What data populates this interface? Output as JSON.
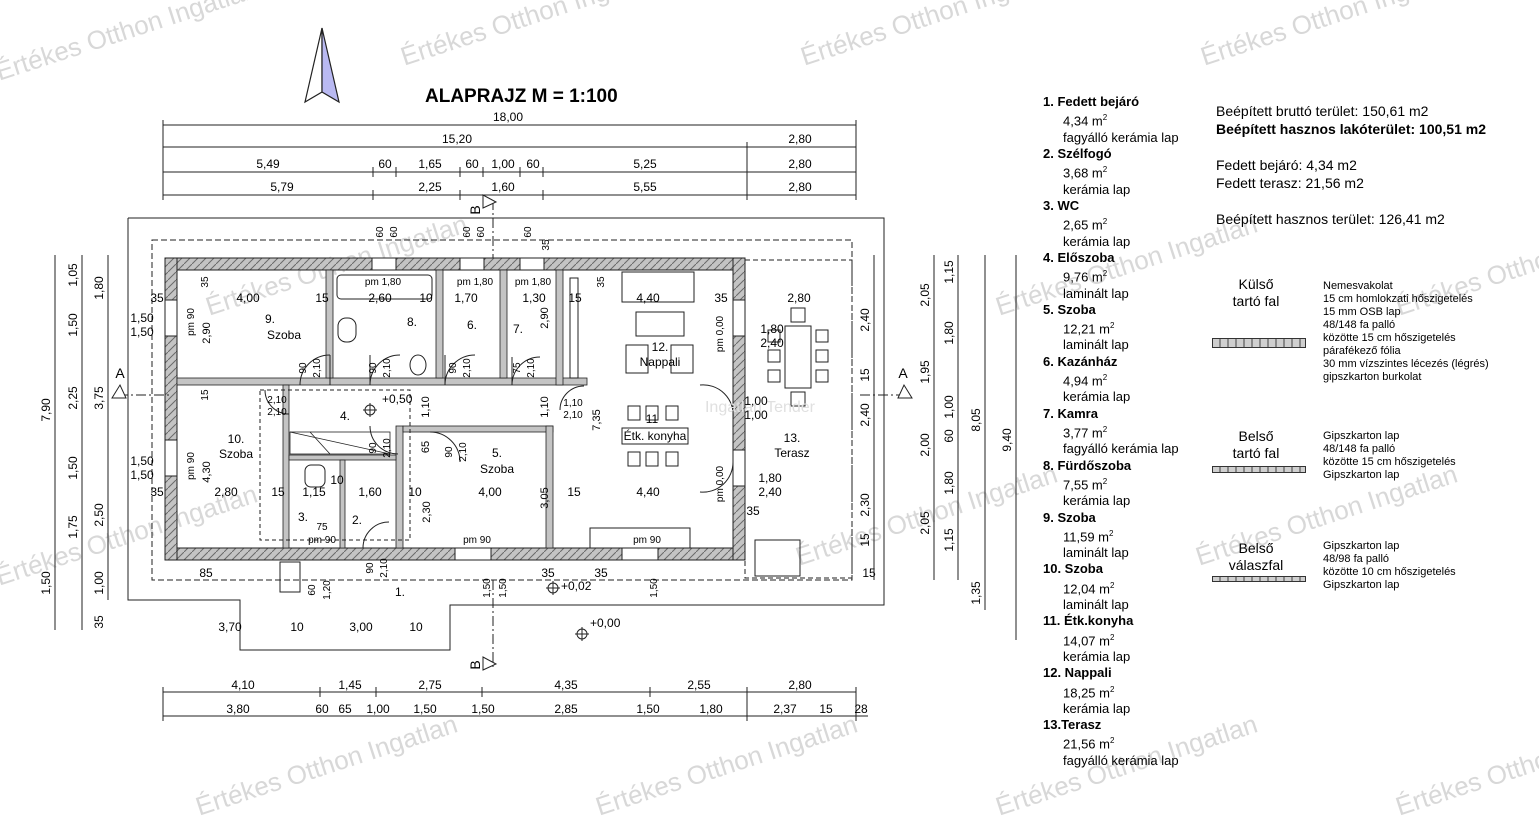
{
  "title": "ALAPRAJZ  M = 1:100",
  "watermark": "Értékes Otthon Ingatlan",
  "watermark_center": "Ingatlan Tender",
  "section_marks": {
    "a": "A",
    "b": "B"
  },
  "levels": {
    "hall": "+0,50",
    "entry": "+0,02",
    "ground": "+0,00"
  },
  "dims_top": [
    [
      "18,00"
    ],
    [
      "15,20",
      "2,80"
    ],
    [
      "5,49",
      "60",
      "1,65",
      "60",
      "1,00",
      "60",
      "5,25",
      "2,80"
    ],
    [
      "5,79",
      "2,25",
      "1,60",
      "5,55",
      "2,80"
    ]
  ],
  "dims_bottom": [
    [
      "4,10",
      "1,45",
      "2,75",
      "4,35",
      "2,55",
      "2,80"
    ],
    [
      "3,80",
      "60",
      "65",
      "1,00",
      "1,50",
      "1,50",
      "2,85",
      "1,50",
      "1,80",
      "2,37",
      "15",
      "28"
    ]
  ],
  "dims_left": [
    [
      "7,90"
    ],
    [
      "1,05",
      "1,50",
      "2,25",
      "1,50",
      "1,75",
      "1,50",
      "35"
    ],
    [
      "1,80",
      "3,75",
      "2,50",
      "1,00"
    ]
  ],
  "dims_right": [
    [
      "9,40"
    ],
    [
      "8,05",
      "1,35"
    ],
    [
      "1,15",
      "1,80",
      "1,00",
      "60",
      "1,80",
      "1,15"
    ],
    [
      "2,05",
      "1,95",
      "2,00",
      "2,05"
    ],
    [
      "2,40",
      "15",
      "2,40",
      "2,30",
      "15"
    ]
  ],
  "inner_dims": {
    "r9_w": "4,00",
    "r8_w": "2,60",
    "r6_w": "1,70",
    "r7_w": "1,30",
    "r12_w": "4,40",
    "r13_w": "2,80",
    "r10_w": "2,80",
    "r3_w": "1,15",
    "r2_w": "1,60",
    "r5_w": "4,00",
    "r11_w": "4,40",
    "r9_h": "2,90",
    "r10_h": "4,30",
    "r7_h": "2,90",
    "r11_h": "7,35",
    "r5_h": "3,05",
    "r2_h": "2,30",
    "t35": "35",
    "t15": "15",
    "t10": "10",
    "t60": "60",
    "t90": "90",
    "t210": "2,10",
    "t110": "1,10",
    "t65": "65",
    "t85": "85",
    "t120": "1,20",
    "t150": "1,50",
    "t75": "75",
    "bottom_370": "3,70",
    "bottom_10": "10",
    "bottom_300": "3,00",
    "t180": "1,80",
    "t240": "2,40",
    "t100": "1,00"
  },
  "openings": {
    "pm180": "pm 1,80",
    "pm90": "pm 90",
    "pm000": "pm 0,00"
  },
  "rooms_on_plan": [
    {
      "num": "9.",
      "name": "Szoba"
    },
    {
      "num": "8.",
      "name": ""
    },
    {
      "num": "6.",
      "name": ""
    },
    {
      "num": "7.",
      "name": ""
    },
    {
      "num": "12.",
      "name": "Nappali"
    },
    {
      "num": "13.",
      "name": "Terasz"
    },
    {
      "num": "10.",
      "name": "Szoba"
    },
    {
      "num": "4.",
      "name": ""
    },
    {
      "num": "5.",
      "name": "Szoba"
    },
    {
      "num": "11",
      "name": "Étk. konyha"
    },
    {
      "num": "3.",
      "name": ""
    },
    {
      "num": "2.",
      "name": ""
    },
    {
      "num": "1.",
      "name": ""
    }
  ],
  "rooms": [
    {
      "title": "1.  Fedett bejáró",
      "area": "4,34 m",
      "finish": "fagyálló kerámia lap"
    },
    {
      "title": "2.  Szélfogó",
      "area": "3,68 m",
      "finish": "kerámia lap"
    },
    {
      "title": "3.  WC",
      "area": "2,65 m",
      "finish": "kerámia lap"
    },
    {
      "title": "4.  Előszoba",
      "area": "9,76 m",
      "finish": "laminált lap"
    },
    {
      "title": "5.  Szoba",
      "area": "12,21 m",
      "finish": "laminált lap"
    },
    {
      "title": "6.  Kazánház",
      "area": "4,94 m",
      "finish": "kerámia lap"
    },
    {
      "title": "7.  Kamra",
      "area": "3,77 m",
      "finish": "fagyálló kerámia lap"
    },
    {
      "title": "8.  Fürdőszoba",
      "area": "7,55 m",
      "finish": "kerámia lap"
    },
    {
      "title": "9.  Szoba",
      "area": "11,59 m",
      "finish": "laminált lap"
    },
    {
      "title": "10.  Szoba",
      "area": "12,04 m",
      "finish": "laminált lap"
    },
    {
      "title": "11.  Étk.konyha",
      "area": "14,07 m",
      "finish": "kerámia lap"
    },
    {
      "title": "12.  Nappali",
      "area": "18,25 m",
      "finish": "kerámia lap"
    },
    {
      "title": "13.Terasz",
      "area": "21,56 m",
      "finish": "fagyálló kerámia lap"
    }
  ],
  "area_sup": "2",
  "summary": {
    "gross": "Beépített bruttó terület: 150,61 m2",
    "net_living": "Beépített hasznos lakóterület: 100,51  m2",
    "covered_entry": "Fedett bejáró:   4,34  m2",
    "covered_terrace": "Fedett terasz: 21,56 m2",
    "net_total": "Beépített hasznos terület: 126,41 m2"
  },
  "walls": [
    {
      "name_1": "Külső",
      "name_2": "tartó fal",
      "layers": [
        "Nemesvakolat",
        "15 cm homlokzati hőszigetelés",
        "15 mm OSB lap",
        "48/148 fa palló",
        "közötte 15 cm hőszigetelés",
        "párafékező fólia",
        "30 mm vízszintes lécezés (légrés)",
        "gipszkarton burkolat"
      ]
    },
    {
      "name_1": "Belső",
      "name_2": "tartó fal",
      "layers": [
        "Gipszkarton lap",
        "48/148 fa palló",
        "közötte 15 cm hőszigetelés",
        "Gipszkarton lap"
      ]
    },
    {
      "name_1": "Belső",
      "name_2": "válaszfal",
      "layers": [
        "Gipszkarton lap",
        "48/98 fa palló",
        "közötte 10 cm hőszigetelés",
        "Gipszkarton lap"
      ]
    }
  ],
  "colors": {
    "line": "#222222",
    "wall_fill": "#bdbdbd",
    "north_arrow": "#b9b9f2",
    "watermark": "#d8d8d8"
  }
}
